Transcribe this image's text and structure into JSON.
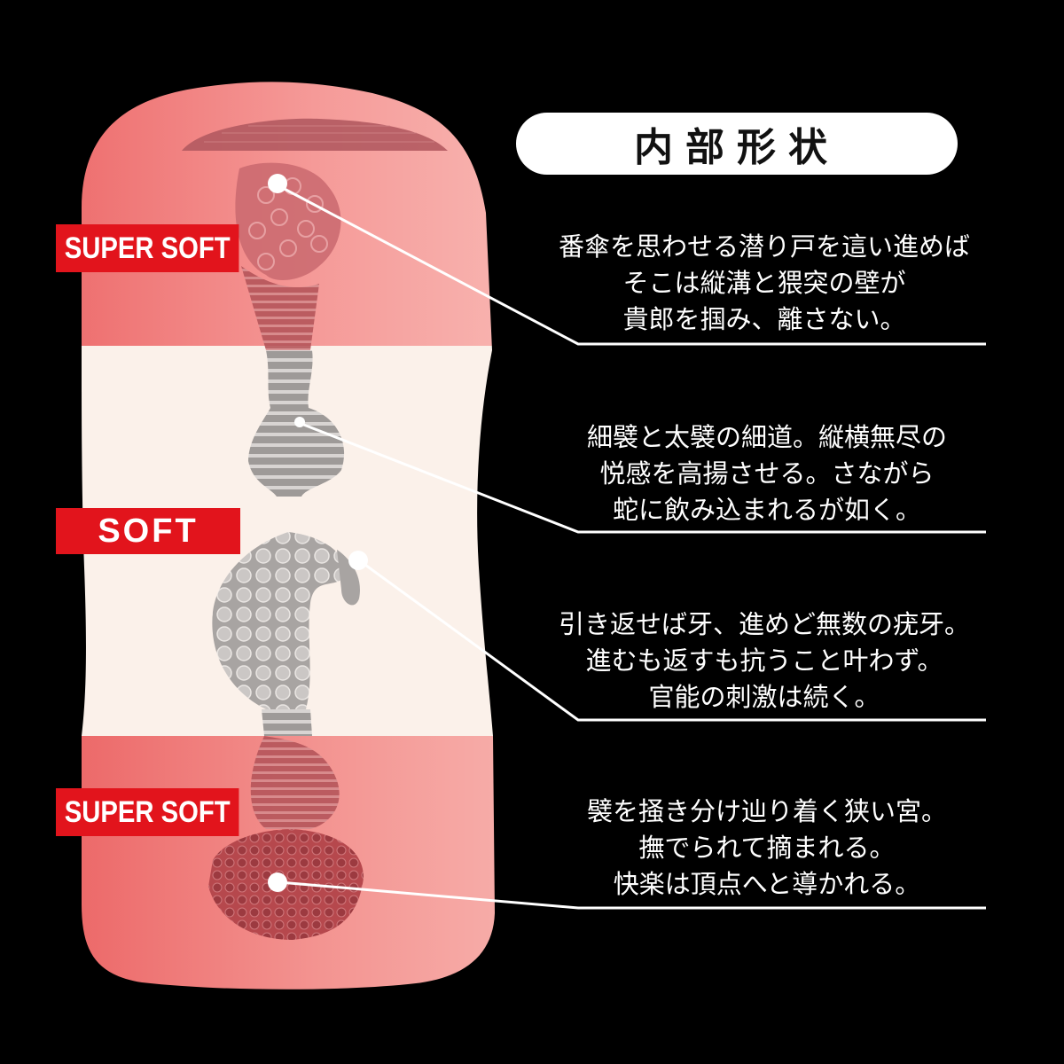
{
  "header": {
    "title": "内部形状"
  },
  "zones": [
    {
      "id": "top",
      "label": "SUPER SOFT"
    },
    {
      "id": "middle",
      "label": "SOFT"
    },
    {
      "id": "bottom",
      "label": "SUPER SOFT"
    }
  ],
  "callouts": [
    {
      "lines": [
        "番傘を思わせる潜り戸を這い進めば",
        "そこは縦溝と猥突の壁が",
        "貴郎を掴み、離さない。"
      ]
    },
    {
      "lines": [
        "細襞と太襞の細道。縦横無尽の",
        "悦感を高揚させる。さながら",
        "蛇に飲み込まれるが如く。"
      ]
    },
    {
      "lines": [
        "引き返せば牙、進めど無数の疣牙。",
        "進むも返すも抗うこと叶わず。",
        "官能の刺激は続く。"
      ]
    },
    {
      "lines": [
        "襞を掻き分け辿り着く狭い宮。",
        "撫でられて摘まれる。",
        "快楽は頂点へと導かれる。"
      ]
    }
  ],
  "colors": {
    "background": "#000000",
    "super_soft_zone": "#f08080",
    "soft_zone": "#fbf1ea",
    "label_red": "#e2141c",
    "callout_line": "#ffffff"
  }
}
